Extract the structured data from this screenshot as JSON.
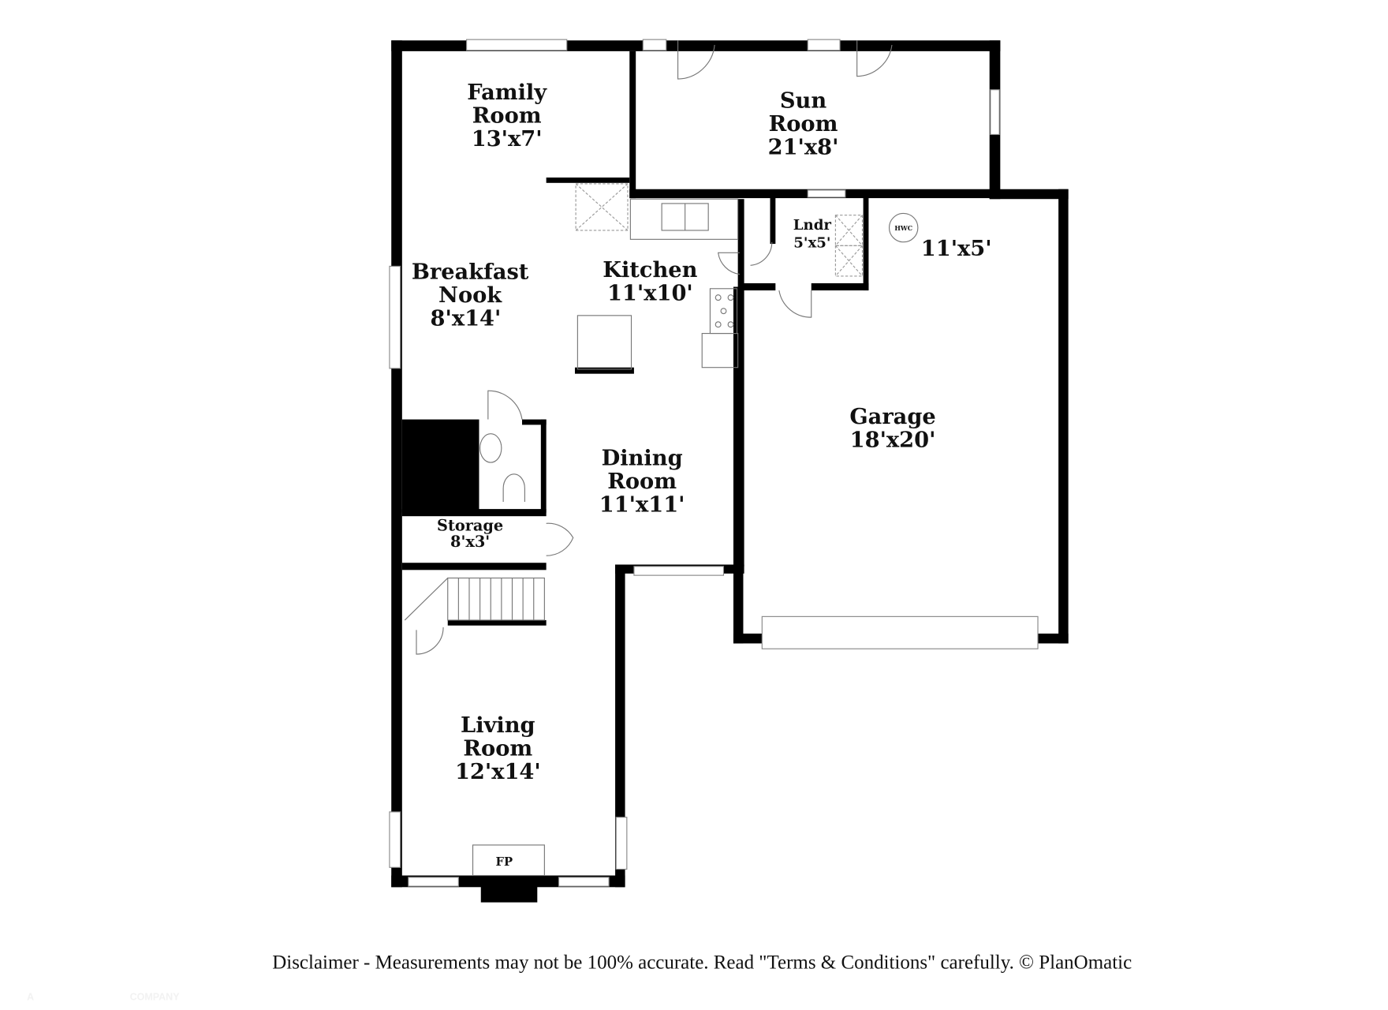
{
  "rooms": {
    "family_room": {
      "name_1": "Family",
      "name_2": "Room",
      "size": "13'x7'"
    },
    "sun_room": {
      "name_1": "Sun",
      "name_2": "Room",
      "size": "21'x8'"
    },
    "breakfast_nook": {
      "name_1": "Breakfast",
      "name_2": "Nook",
      "size": "8'x14'"
    },
    "kitchen": {
      "name": "Kitchen",
      "size": "11'x10'"
    },
    "laundry": {
      "name": "Lndr",
      "size": "5'x5'"
    },
    "garage_storage": {
      "size": "11'x5'"
    },
    "garage": {
      "name": "Garage",
      "size": "18'x20'"
    },
    "dining_room": {
      "name_1": "Dining",
      "name_2": "Room",
      "size": "11'x11'"
    },
    "storage": {
      "name": "Storage",
      "size": "8'x3'"
    },
    "living_room": {
      "name_1": "Living",
      "name_2": "Room",
      "size": "12'x14'"
    }
  },
  "fixtures": {
    "water_heater": "HWC",
    "fireplace": "FP"
  },
  "footer": {
    "disclaimer": "Disclaimer - Measurements may not be 100% accurate. Read \"Terms & Conditions\" carefully. © PlanOmatic",
    "watermark_1": "A",
    "watermark_2": "COMPANY"
  }
}
